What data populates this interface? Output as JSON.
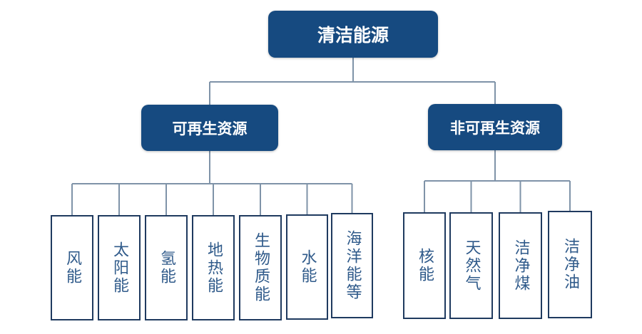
{
  "root": {
    "label": "清洁能源"
  },
  "branches": [
    {
      "label": "可再生资源",
      "children": [
        "风能",
        "太阳能",
        "氢能",
        "地热能",
        "生物质能",
        "水能",
        "海洋能等"
      ]
    },
    {
      "label": "非可再生资源",
      "children": [
        "核能",
        "天然气",
        "洁净煤",
        "洁净油"
      ]
    }
  ],
  "colors": {
    "node_fill": "#164a80",
    "leaf_border": "#1f3a5f",
    "leaf_text": "#2f5a8a",
    "connector": "#7f93a8"
  }
}
